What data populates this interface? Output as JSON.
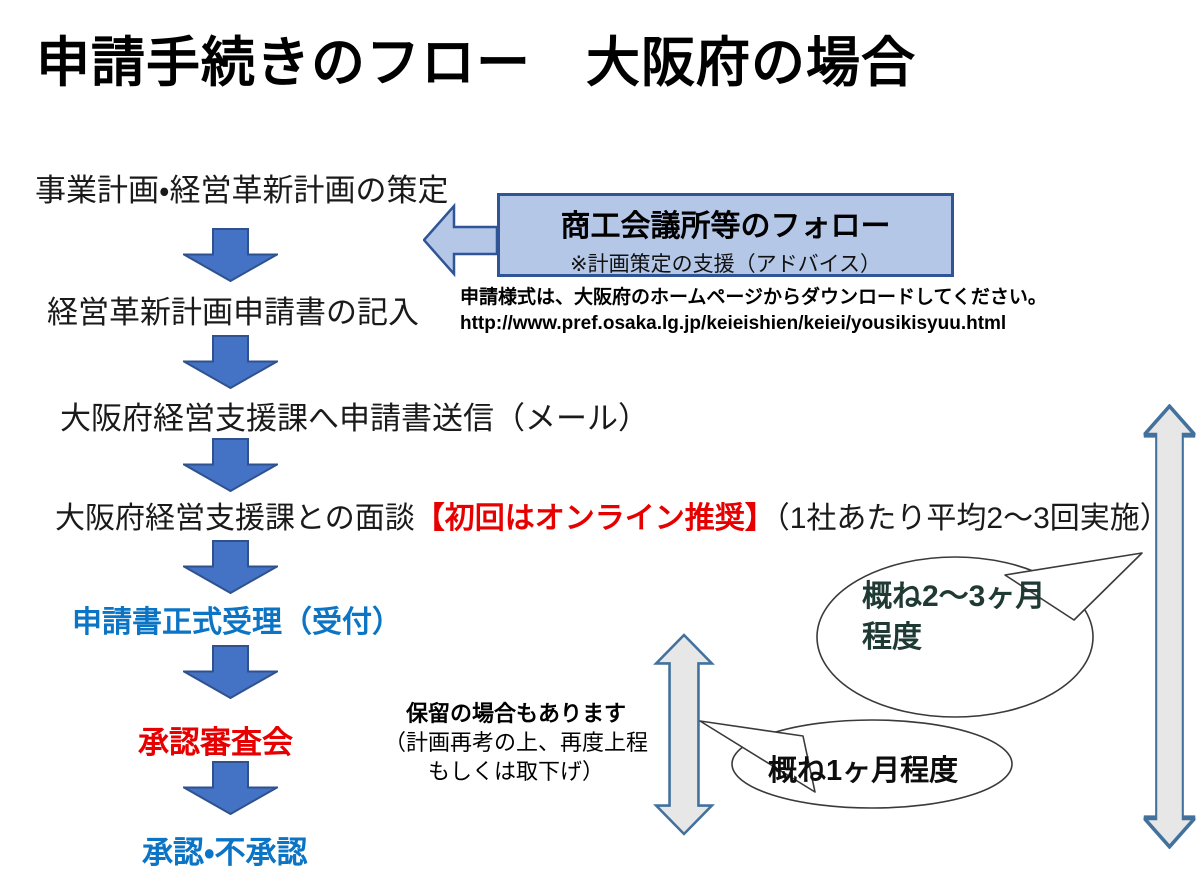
{
  "title": "申請手続きのフロー　大阪府の場合",
  "flow": {
    "steps": [
      {
        "label": "事業計画・経営革新計画の策定"
      },
      {
        "label": "経営革新計画申請書の記入"
      },
      {
        "label": "大阪府経営支援課へ申請書送信（メール）"
      },
      {
        "label_prefix": "大阪府経営支援課との面談",
        "label_highlight": "【初回はオンライン推奨】",
        "label_suffix": "（1社あたり平均2～3回実施）"
      },
      {
        "label": "申請書正式受理（受付）"
      },
      {
        "label": "承認審査会"
      },
      {
        "label": "承認・不承認"
      }
    ]
  },
  "follow_box": {
    "title": "商工会議所等のフォロー",
    "subtitle": "※計画策定の支援（アドバイス）"
  },
  "download_note": {
    "line1": "申請様式は、大阪府のホームページからダウンロードしてください。",
    "line2": "http://www.pref.osaka.lg.jp/keieishien/keiei/yousikisyuu.html"
  },
  "hold_note": {
    "line1": "保留の場合もあります",
    "line2": "（計画再考の上、再度上程",
    "line3": "もしくは取下げ）"
  },
  "callouts": [
    {
      "line1": "概ね2～3ヶ月",
      "line2": "程度"
    },
    {
      "line1": "概ね1ヶ月程度"
    }
  ],
  "colors": {
    "arrow_fill": "#4472c4",
    "arrow_border": "#2f528f",
    "box_fill": "#b4c7e7",
    "box_border": "#2f5597",
    "blue_text": "#0b74c4",
    "red_text": "#e60000",
    "gray_arrow_fill": "#e7e7e7",
    "gray_arrow_border": "#41719c"
  }
}
